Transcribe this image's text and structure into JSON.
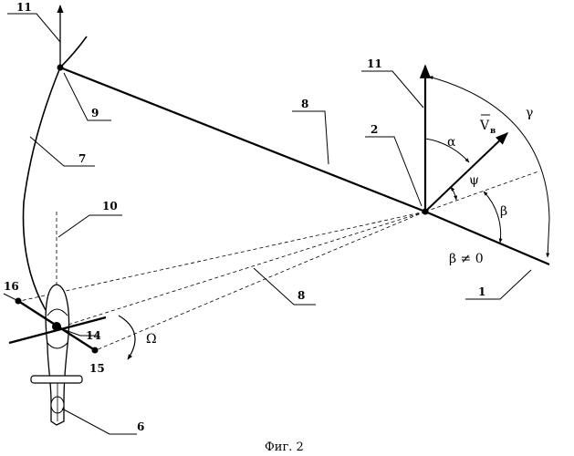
{
  "figure": {
    "caption": "Фиг. 2",
    "labels": {
      "l1": "1",
      "l2": "2",
      "l6": "6",
      "l7": "7",
      "l8a": "8",
      "l8b": "8",
      "l9": "9",
      "l10": "10",
      "l11a": "11",
      "l11b": "11",
      "l14": "14",
      "l15": "15",
      "l16": "16"
    },
    "symbols": {
      "alpha": "α",
      "psi": "ψ",
      "beta": "β",
      "gamma": "γ",
      "omega": "Ω",
      "beta_condition": "β ≠ 0",
      "velocity_main": "V",
      "velocity_sub": "в"
    }
  }
}
